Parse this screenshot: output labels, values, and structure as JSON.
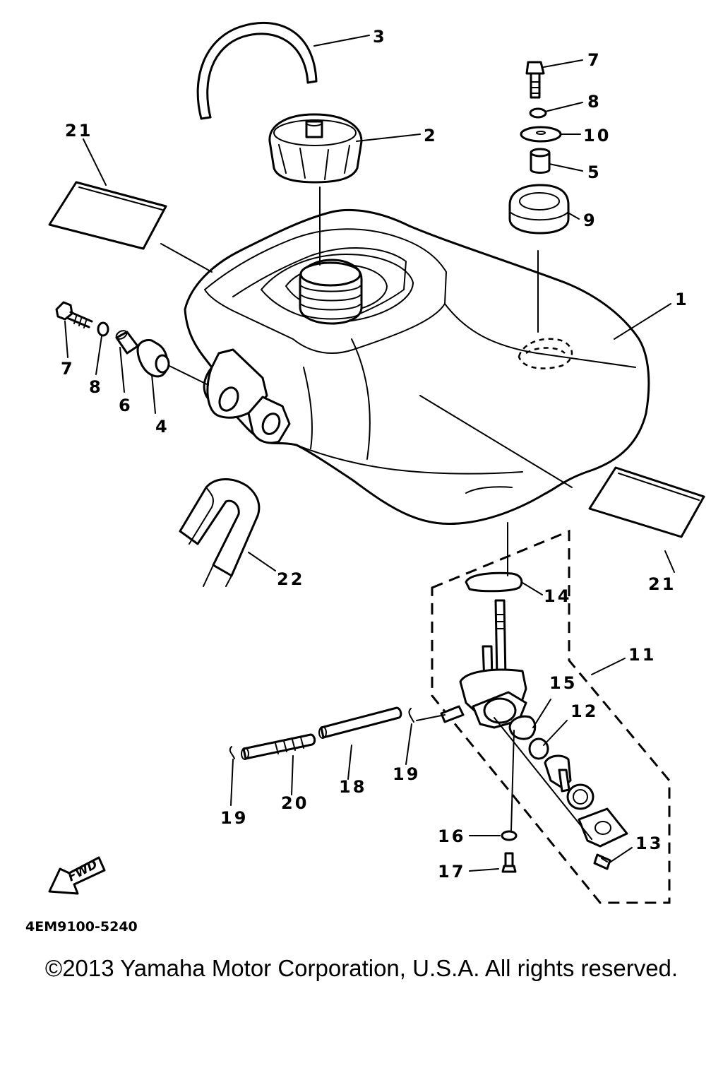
{
  "callouts": [
    "1",
    "2",
    "3",
    "4",
    "5",
    "6",
    "7",
    "8",
    "9",
    "10",
    "11",
    "12",
    "13",
    "14",
    "15",
    "16",
    "17",
    "18",
    "19",
    "20",
    "21",
    "22"
  ],
  "labels": {
    "p1": "1",
    "p2": "2",
    "p3": "3",
    "p4": "4",
    "p5": "5",
    "p6": "6",
    "p7a": "7",
    "p7b": "7",
    "p8a": "8",
    "p8b": "8",
    "p9": "9",
    "p10": "10",
    "p11": "11",
    "p12": "12",
    "p13": "13",
    "p14": "14",
    "p15": "15",
    "p16": "16",
    "p17": "17",
    "p18": "18",
    "p19a": "19",
    "p19b": "19",
    "p20": "20",
    "p21a": "21",
    "p21b": "21",
    "p22": "22"
  },
  "fwd_label": "FWD",
  "diagram_code": "4EM9100-5240",
  "copyright": "©2013 Yamaha Motor Corporation, U.S.A. All rights reserved."
}
